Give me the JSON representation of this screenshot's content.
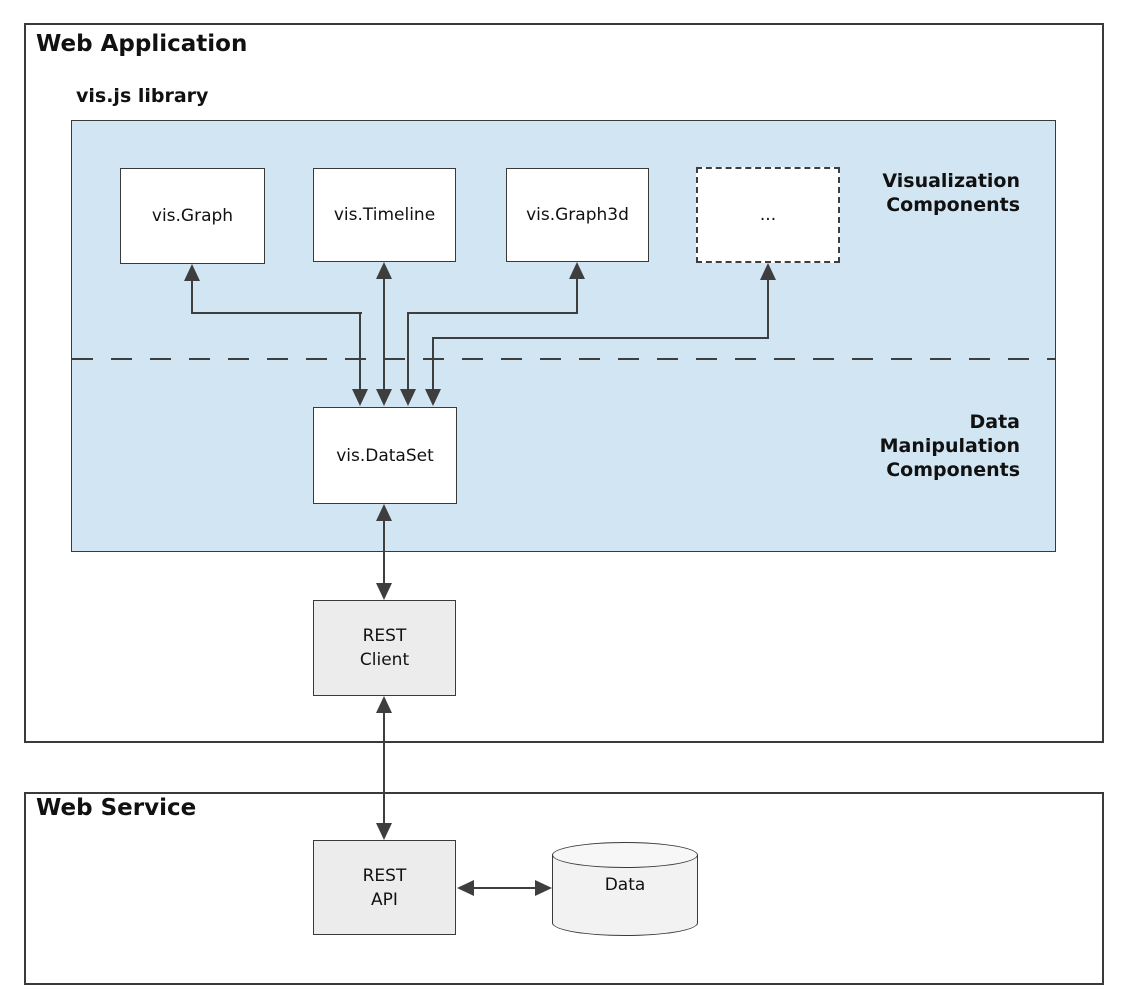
{
  "web_application": {
    "title": "Web Application"
  },
  "visjs_library": {
    "label": "vis.js library",
    "visualization_components": {
      "boxes": [
        {
          "label": "vis.Graph"
        },
        {
          "label": "vis.Timeline"
        },
        {
          "label": "vis.Graph3d"
        },
        {
          "label": "..."
        }
      ],
      "section_label_lines": [
        "Visualization",
        "Components"
      ]
    },
    "data_manipulation": {
      "dataset_label": "vis.DataSet",
      "section_label_lines": [
        "Data",
        "Manipulation",
        "Components"
      ]
    }
  },
  "rest_client": {
    "label_lines": [
      "REST",
      "Client"
    ]
  },
  "web_service": {
    "title": "Web Service",
    "rest_api": {
      "label_lines": [
        "REST",
        "API"
      ]
    },
    "data_store": {
      "label": "Data"
    }
  },
  "colors": {
    "library_fill": "#D2E5F2",
    "component_fill": "#FFFFFF",
    "service_box_fill": "#ECECEC",
    "cylinder_fill": "#F2F2F2",
    "line": "#3E3E3E",
    "border": "#3A3A3A",
    "text": "#111111"
  }
}
